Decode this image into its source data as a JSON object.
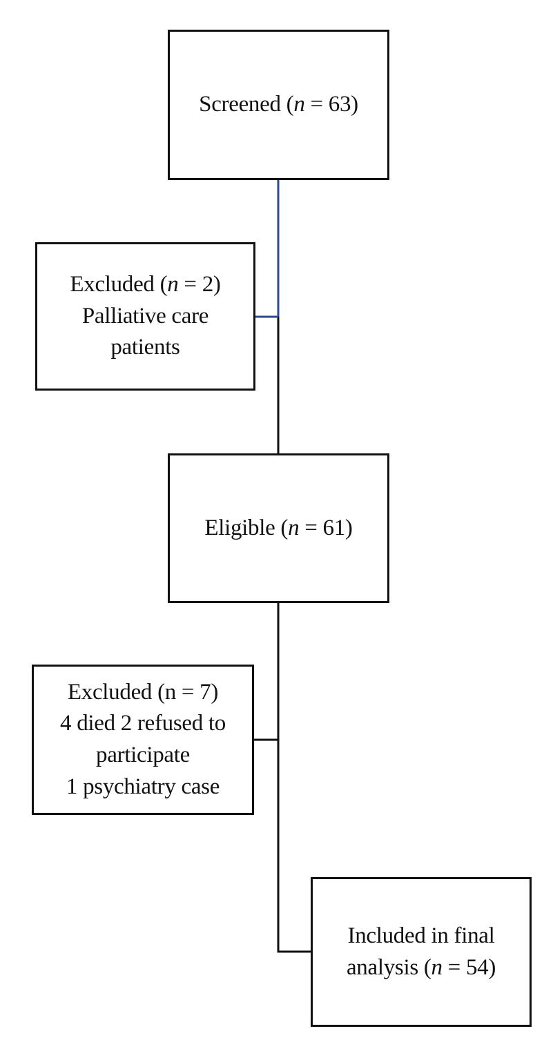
{
  "flowchart": {
    "screened": {
      "label": "Screened",
      "n_prefix": "(",
      "n_symbol": "n",
      "n_value": " = 63)"
    },
    "excluded_1": {
      "label": "Excluded",
      "n_prefix": "(",
      "n_symbol": "n",
      "n_value": " = 2)",
      "reason_lines": [
        "Palliative care",
        "patients"
      ]
    },
    "eligible": {
      "label": "Eligible",
      "n_prefix": "(",
      "n_symbol": "n",
      "n_value": " = 61)"
    },
    "excluded_2": {
      "heading": "Excluded (n = 7)",
      "reason_lines": [
        "4 died 2 refused to",
        "participate",
        "1 psychiatry case"
      ]
    },
    "included": {
      "line1": "Included in final",
      "label2": "analysis",
      "n_prefix": "(",
      "n_symbol": "n",
      "n_value": " = 54)"
    },
    "colors": {
      "box_border": "#111111",
      "connector_main": "#111111",
      "connector_accent": "#2e4a8c"
    }
  }
}
